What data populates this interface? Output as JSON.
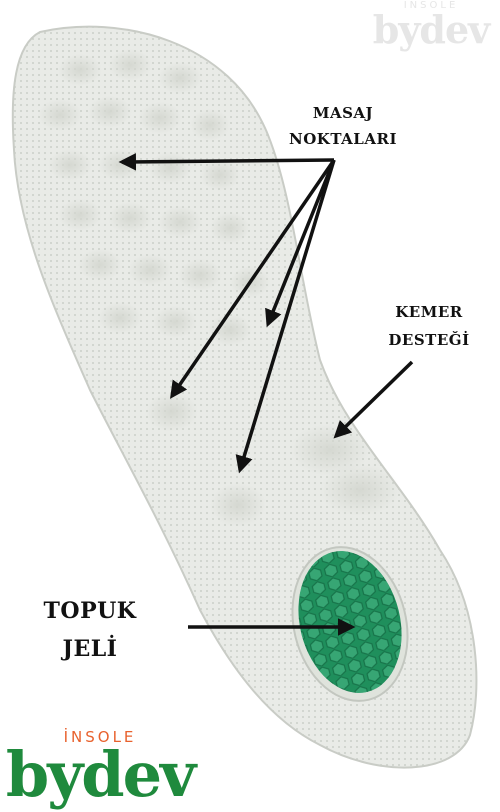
{
  "labels": {
    "masaj_line1": "MASAJ",
    "masaj_line2": "NOKTALARI",
    "kemer_line1": "KEMER",
    "kemer_line2": "DESTEĞİ",
    "topuk_line1": "TOPUK",
    "topuk_line2": "JELİ"
  },
  "brand": {
    "sub": "İNSOLE",
    "name": "bydev"
  },
  "colors": {
    "insole": "#e9ebe7",
    "gel": "#1f8f5c",
    "brand_green": "#1f8a3d",
    "brand_orange": "#e8622e",
    "watermark": "#e6e6e6"
  }
}
